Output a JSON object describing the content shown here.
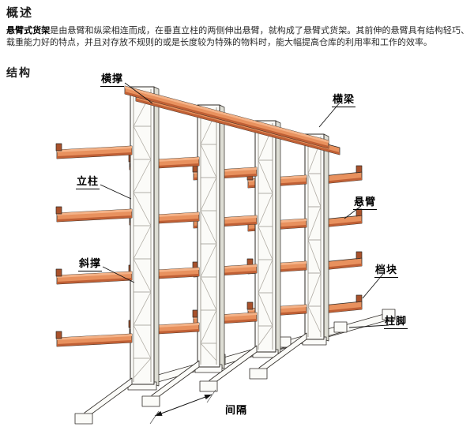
{
  "overview": {
    "heading": "概述",
    "lead_bold": "悬臂式货架",
    "body": "是由悬臂和纵梁相连而成，在垂直立柱的两侧伸出悬臂，就构成了悬臂式货架。其前伸的悬臂具有结构轻巧、载重能力好的特点，并且对存放不规则的或是长度较为特殊的物料时，能大幅提高仓库的利用率和工作的效率。"
  },
  "structure": {
    "heading": "结构",
    "labels": [
      {
        "id": "cross-brace",
        "text": "横撑"
      },
      {
        "id": "top-beam",
        "text": "横梁"
      },
      {
        "id": "upright-column",
        "text": "立柱"
      },
      {
        "id": "cantilever-arm",
        "text": "悬臂"
      },
      {
        "id": "diagonal-brace",
        "text": "斜撑"
      },
      {
        "id": "stop-block",
        "text": "档块"
      },
      {
        "id": "column-foot",
        "text": "柱脚"
      },
      {
        "id": "spacing",
        "text": "间隔"
      }
    ]
  },
  "colors": {
    "arm_orange": "#E8915E",
    "arm_shadow": "#C06035",
    "arm_highlight": "#F4B287",
    "stop_block": "#A9512B",
    "steel_white": "#FBFBF8",
    "outline": "#2E2A26"
  }
}
